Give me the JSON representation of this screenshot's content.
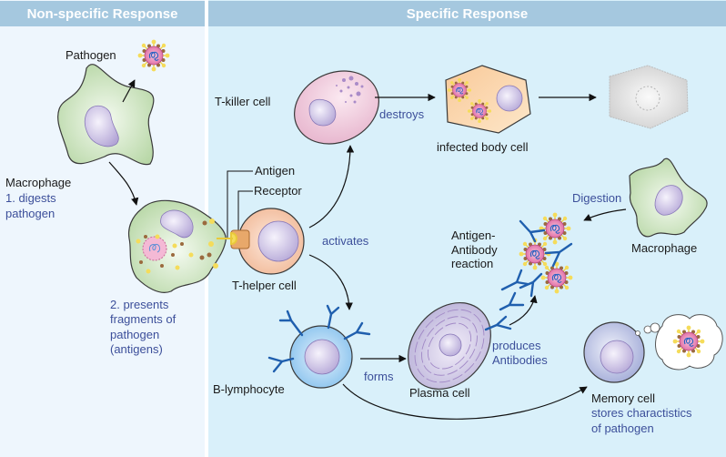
{
  "panels": {
    "nonspecific": {
      "title": "Non-specific Response"
    },
    "specific": {
      "title": "Specific Response"
    }
  },
  "labels": {
    "pathogen": "Pathogen",
    "macrophage_left": "Macrophage",
    "step1_line1": "1. digests",
    "step1_line2": "pathogen",
    "step2_line1": "2. presents",
    "step2_line2": "fragments of",
    "step2_line3": "pathogen",
    "step2_line4": "(antigens)",
    "antigen": "Antigen",
    "receptor": "Receptor",
    "t_helper": "T-helper cell",
    "t_killer": "T-killer cell",
    "destroys": "destroys",
    "infected_cell": "infected body cell",
    "activates": "activates",
    "digestion": "Digestion",
    "macrophage_right": "Macrophage",
    "aa_line1": "Antigen-",
    "aa_line2": "Antibody",
    "aa_line3": "reaction",
    "b_lymphocyte": "B-lymphocyte",
    "forms": "forms",
    "plasma_cell": "Plasma cell",
    "produces_line1": "produces",
    "produces_line2": "Antibodies",
    "memory_cell": "Memory cell",
    "memory_line1": "stores charactistics",
    "memory_line2": "of pathogen"
  },
  "colors": {
    "header": "#a5c8df",
    "left_bg": "#eef6fd",
    "right_bg": "#d9f0fa",
    "process_text": "#3c4f9a",
    "macrophage": "#c9e2bd",
    "nucleus": "#c9bfe3",
    "antibody": "#1f5fae",
    "pathogen": "#e58bb7"
  }
}
